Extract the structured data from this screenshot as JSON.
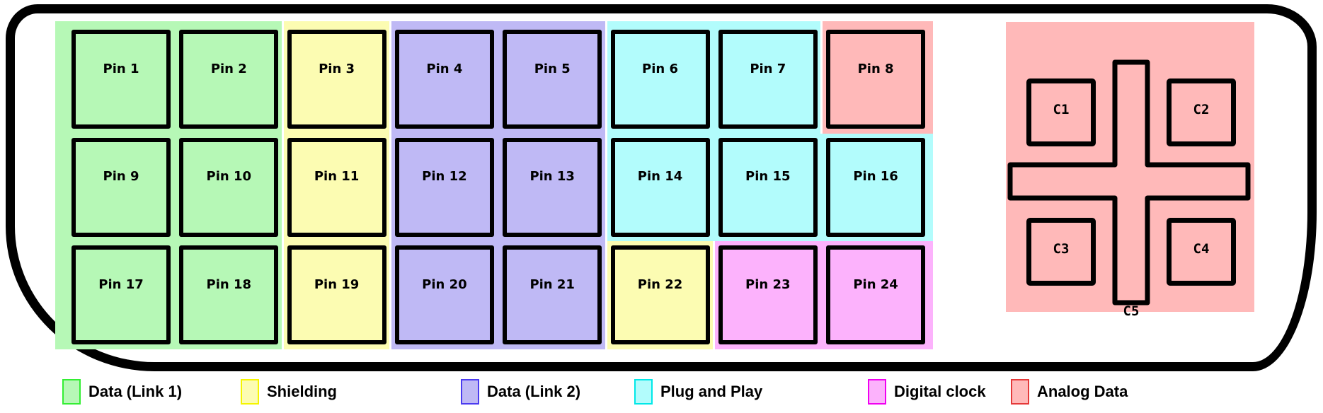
{
  "connector": {
    "groups": {
      "link1": {
        "label": "Data (Link 1)",
        "fill": "#b6f8b6",
        "legend_border": "#33ee33"
      },
      "shield": {
        "label": "Shielding",
        "fill": "#fcfcb2",
        "legend_border": "#f5f500"
      },
      "link2": {
        "label": "Data (Link 2)",
        "fill": "#bfb9f5",
        "legend_border": "#4b3bf0"
      },
      "pnp": {
        "label": "Plug and Play",
        "fill": "#b2fcfc",
        "legend_border": "#00e8e8"
      },
      "clock": {
        "label": "Digital clock",
        "fill": "#fcb2fc",
        "legend_border": "#f000f0"
      },
      "analog": {
        "label": "Analog Data",
        "fill": "#ffb9b9",
        "legend_border": "#e53939"
      }
    },
    "legend_order": [
      "link1",
      "shield",
      "link2",
      "pnp",
      "clock",
      "analog"
    ],
    "pins": [
      {
        "label": "Pin 1",
        "group": "link1"
      },
      {
        "label": "Pin 2",
        "group": "link1"
      },
      {
        "label": "Pin 3",
        "group": "shield"
      },
      {
        "label": "Pin 4",
        "group": "link2"
      },
      {
        "label": "Pin 5",
        "group": "link2"
      },
      {
        "label": "Pin 6",
        "group": "pnp"
      },
      {
        "label": "Pin 7",
        "group": "pnp"
      },
      {
        "label": "Pin 8",
        "group": "analog"
      },
      {
        "label": "Pin 9",
        "group": "link1"
      },
      {
        "label": "Pin 10",
        "group": "link1"
      },
      {
        "label": "Pin 11",
        "group": "shield"
      },
      {
        "label": "Pin 12",
        "group": "link2"
      },
      {
        "label": "Pin 13",
        "group": "link2"
      },
      {
        "label": "Pin 14",
        "group": "pnp"
      },
      {
        "label": "Pin 15",
        "group": "pnp"
      },
      {
        "label": "Pin 16",
        "group": "pnp"
      },
      {
        "label": "Pin 17",
        "group": "link1"
      },
      {
        "label": "Pin 18",
        "group": "link1"
      },
      {
        "label": "Pin 19",
        "group": "shield"
      },
      {
        "label": "Pin 20",
        "group": "link2"
      },
      {
        "label": "Pin 21",
        "group": "link2"
      },
      {
        "label": "Pin 22",
        "group": "shield"
      },
      {
        "label": "Pin 23",
        "group": "clock"
      },
      {
        "label": "Pin 24",
        "group": "clock"
      }
    ],
    "contacts": [
      {
        "label": "C1"
      },
      {
        "label": "C2"
      },
      {
        "label": "C3"
      },
      {
        "label": "C4"
      },
      {
        "label": "C5"
      }
    ],
    "outline_color": "#000000"
  }
}
